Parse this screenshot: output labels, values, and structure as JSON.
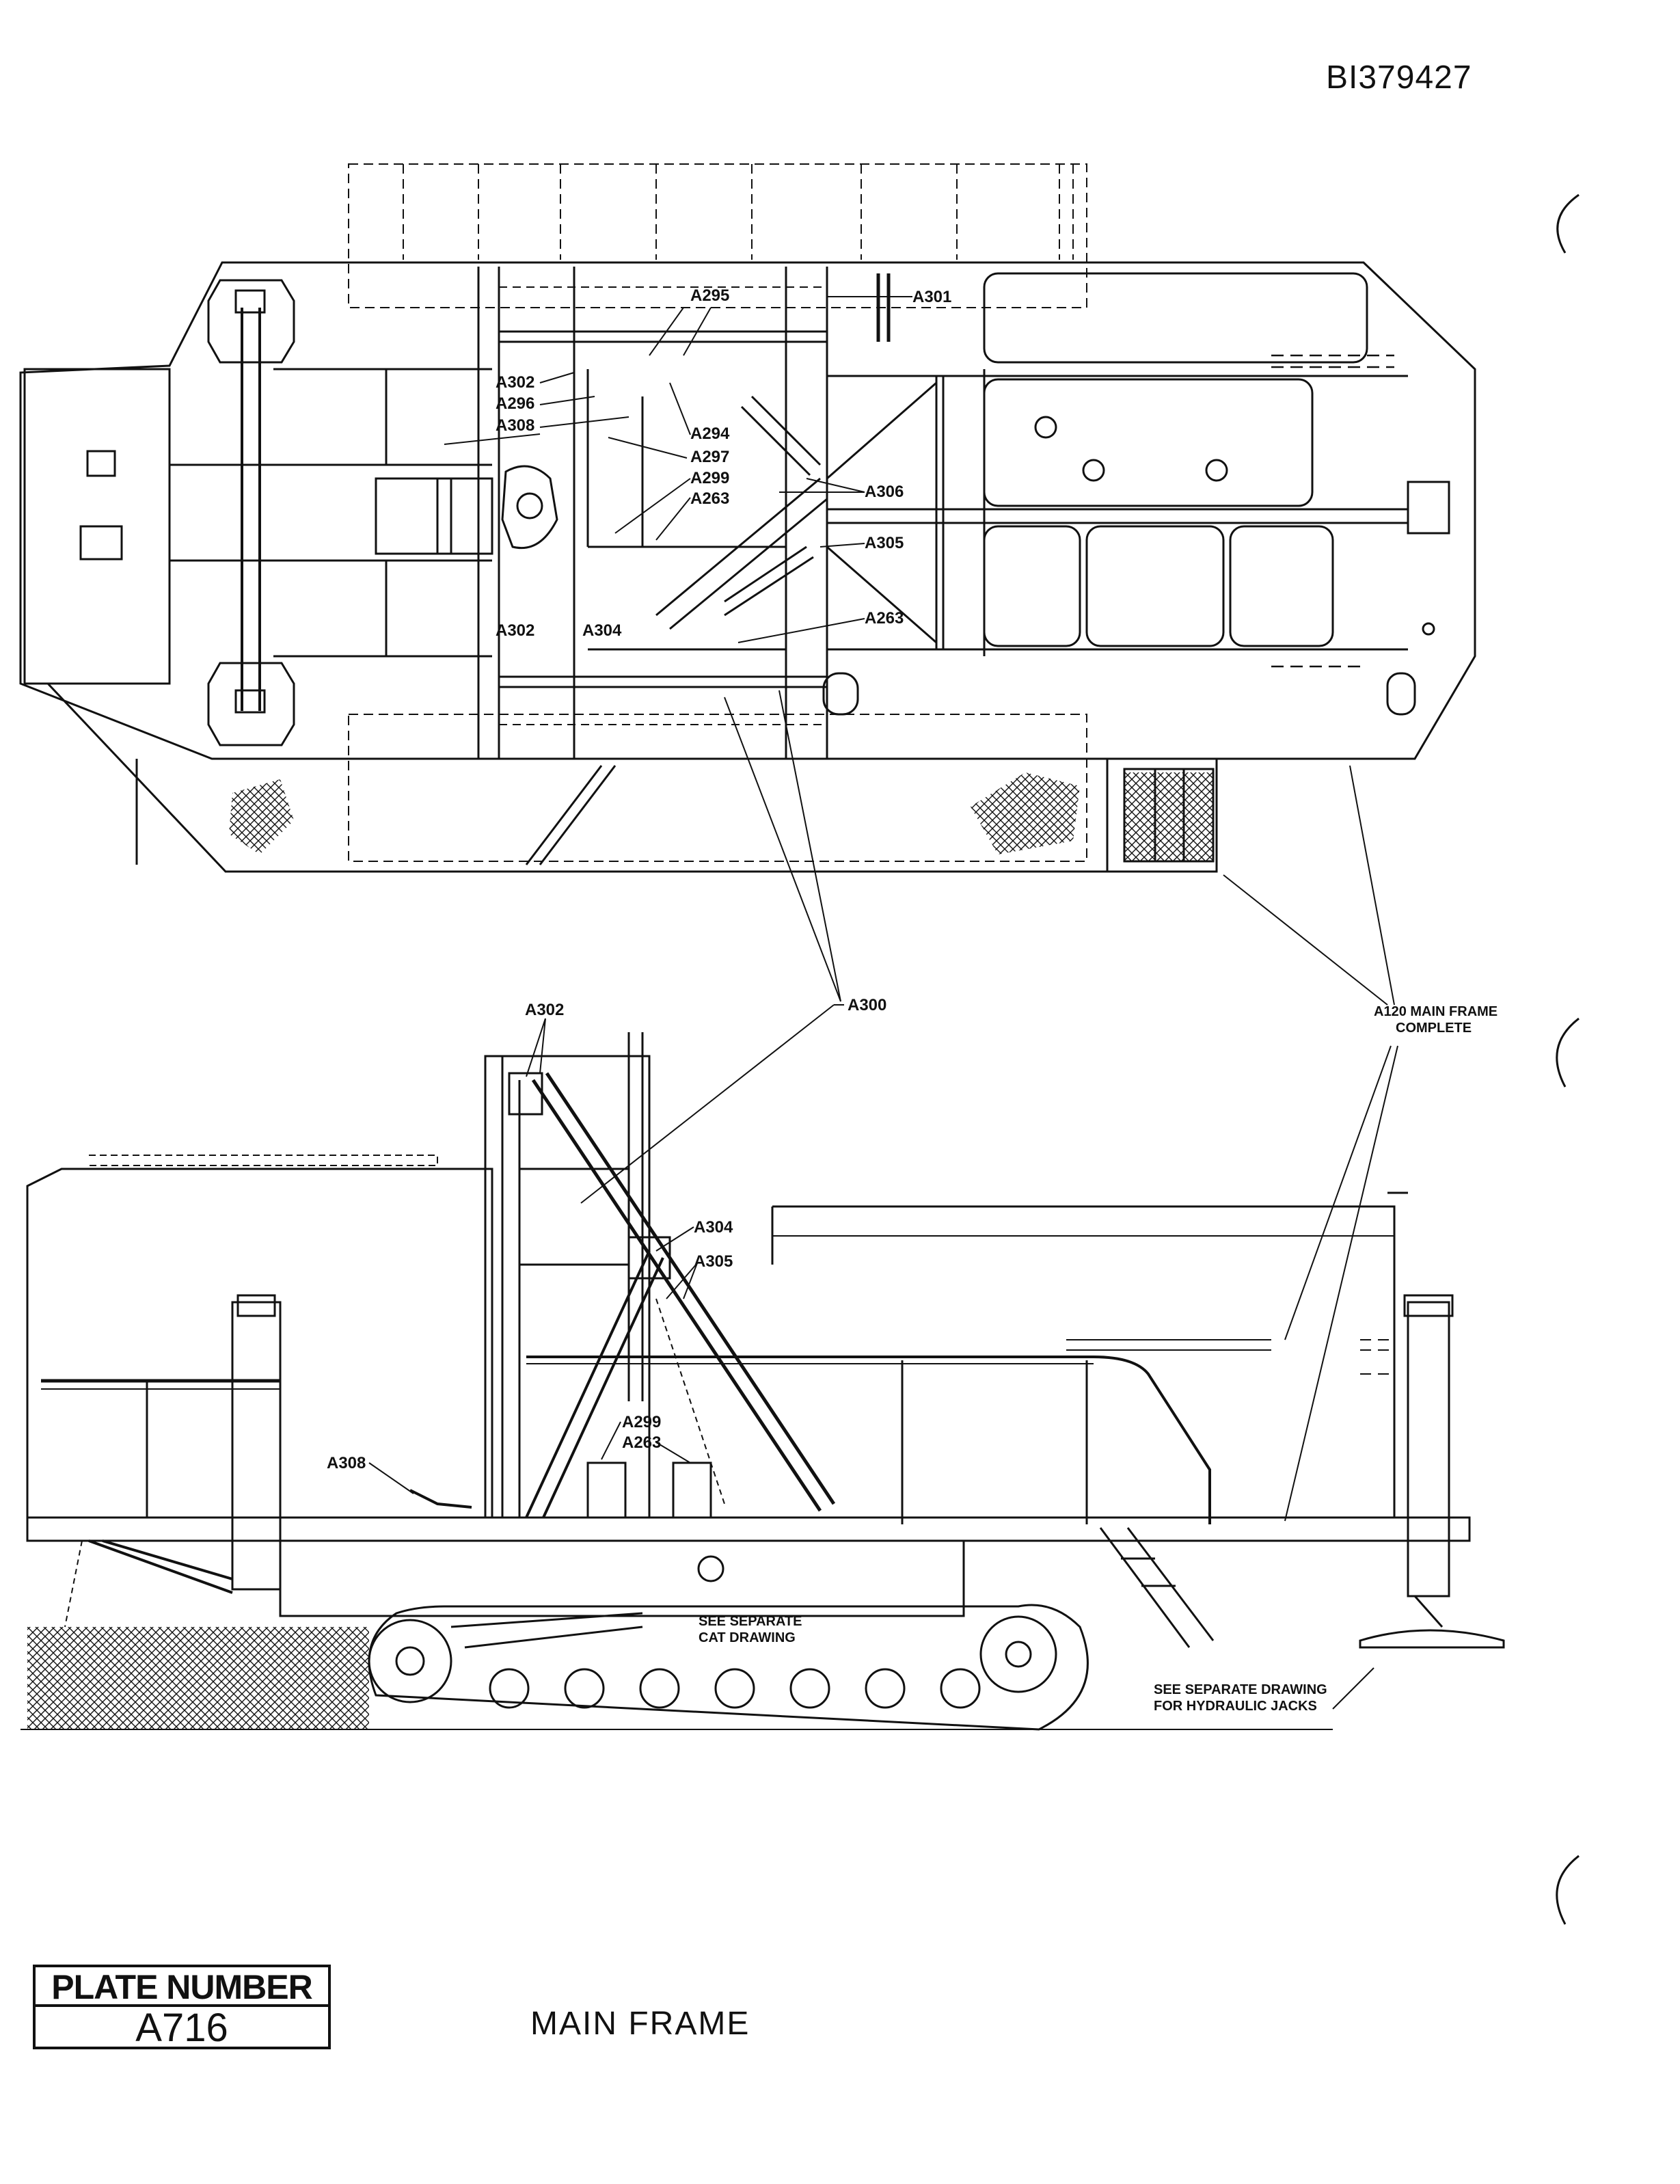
{
  "document": {
    "doc_id": "BI379427",
    "plate_number_label": "PLATE NUMBER",
    "plate_number_value": "A716",
    "sheet_title": "MAIN FRAME"
  },
  "top_view": {
    "callouts": {
      "a295": "A295",
      "a301": "A301",
      "a302_upper": "A302",
      "a296": "A296",
      "a308": "A308",
      "a294": "A294",
      "a297": "A297",
      "a299": "A299",
      "a263_upper": "A263",
      "a306": "A306",
      "a305": "A305",
      "a263_lower": "A263",
      "a302_lower": "A302",
      "a304": "A304"
    }
  },
  "side_view": {
    "callouts": {
      "a302": "A302",
      "a300": "A300",
      "a304": "A304",
      "a305": "A305",
      "a299": "A299",
      "a263": "A263",
      "a308": "A308"
    },
    "main_frame_label_line1": "A120 MAIN FRAME",
    "main_frame_label_line2": "COMPLETE",
    "cat_note_line1": "SEE SEPARATE",
    "cat_note_line2": "CAT DRAWING",
    "jacks_note_line1": "SEE SEPARATE DRAWING",
    "jacks_note_line2": "FOR HYDRAULIC JACKS"
  }
}
